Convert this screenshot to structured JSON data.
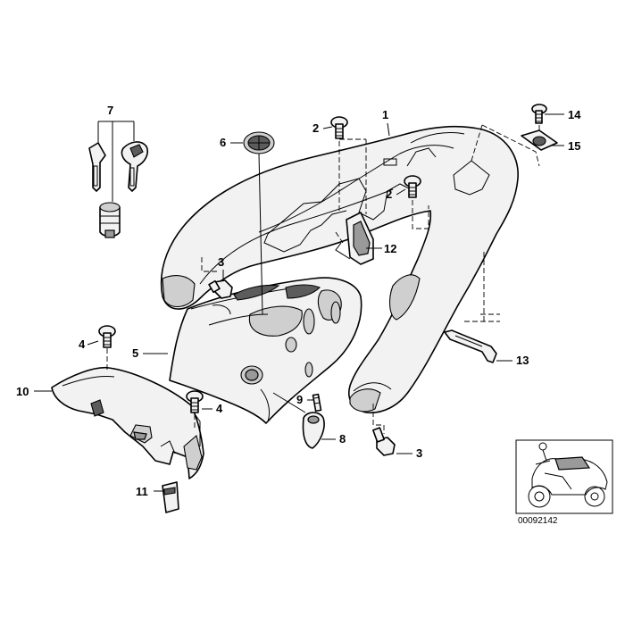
{
  "diagram": {
    "callouts": [
      {
        "number": "1"
      },
      {
        "number": "2"
      },
      {
        "number": "2"
      },
      {
        "number": "3"
      },
      {
        "number": "3"
      },
      {
        "number": "4"
      },
      {
        "number": "4"
      },
      {
        "number": "5"
      },
      {
        "number": "6"
      },
      {
        "number": "7"
      },
      {
        "number": "8"
      },
      {
        "number": "9"
      },
      {
        "number": "10"
      },
      {
        "number": "11"
      },
      {
        "number": "12"
      },
      {
        "number": "13"
      },
      {
        "number": "14"
      },
      {
        "number": "15"
      }
    ],
    "inset_code": "00092142"
  }
}
